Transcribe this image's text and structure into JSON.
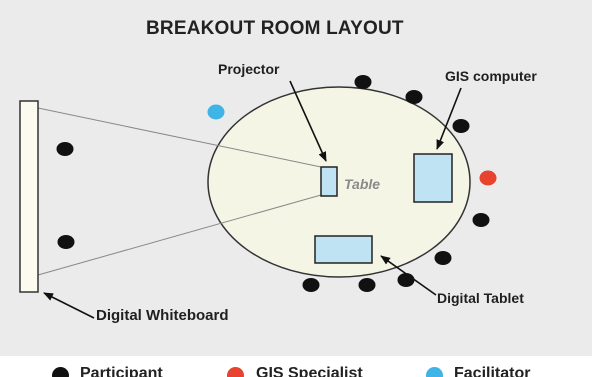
{
  "title": "BREAKOUT ROOM LAYOUT",
  "labels": {
    "projector": "Projector",
    "gis_computer": "GIS computer",
    "table": "Table",
    "digital_whiteboard": "Digital Whiteboard",
    "digital_tablet": "Digital Tablet"
  },
  "legend": [
    {
      "label": "Participant",
      "color": "#111111"
    },
    {
      "label": "GIS Specialist",
      "color": "#e8432e"
    },
    {
      "label": "Facilitator",
      "color": "#3fb4e6"
    }
  ],
  "colors": {
    "background": "#ebebeb",
    "table_fill": "#f5f5e6",
    "device_fill": "#bfe3f2",
    "participant": "#111111",
    "gis_specialist": "#e8432e",
    "facilitator": "#3fb4e6"
  }
}
